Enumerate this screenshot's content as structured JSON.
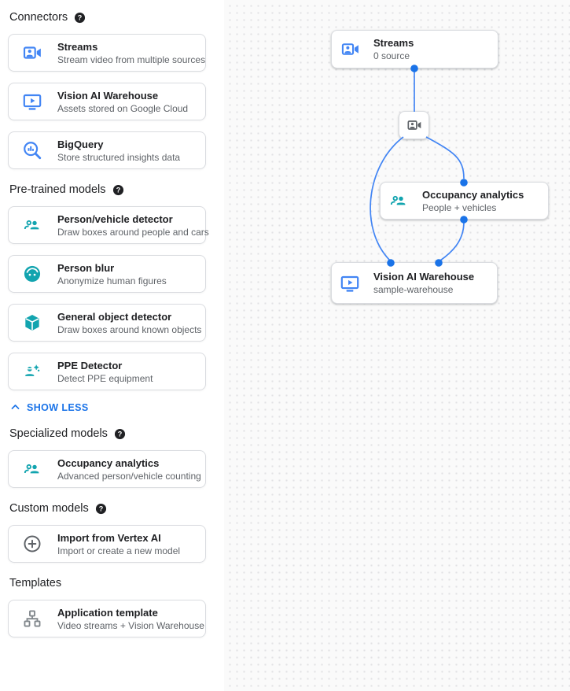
{
  "colors": {
    "accent_blue": "#1a73e8",
    "icon_blue": "#4285f4",
    "icon_teal": "#12a4af",
    "icon_gray": "#5f6368",
    "edge_blue": "#4285f4",
    "dot_blue": "#1a73e8"
  },
  "sidebar": {
    "sections": [
      {
        "title": "Connectors",
        "has_help": true,
        "items": [
          {
            "icon": "video-camera",
            "title": "Streams",
            "subtitle": "Stream video from multiple sources"
          },
          {
            "icon": "monitor-play",
            "title": "Vision AI Warehouse",
            "subtitle": "Assets stored on Google Cloud"
          },
          {
            "icon": "bigquery-search",
            "title": "BigQuery",
            "subtitle": "Store structured insights data"
          }
        ]
      },
      {
        "title": "Pre-trained models",
        "has_help": true,
        "items": [
          {
            "icon": "people",
            "title": "Person/vehicle detector",
            "subtitle": "Draw boxes around people and cars"
          },
          {
            "icon": "face",
            "title": "Person blur",
            "subtitle": "Anonymize human figures"
          },
          {
            "icon": "cube",
            "title": "General object detector",
            "subtitle": "Draw boxes around known objects"
          },
          {
            "icon": "ppe-person",
            "title": "PPE Detector",
            "subtitle": "Detect PPE equipment"
          }
        ],
        "footer_link": "SHOW LESS"
      },
      {
        "title": "Specialized models",
        "has_help": true,
        "items": [
          {
            "icon": "people",
            "title": "Occupancy analytics",
            "subtitle": "Advanced person/vehicle counting"
          }
        ]
      },
      {
        "title": "Custom models",
        "has_help": true,
        "items": [
          {
            "icon": "plus-circle",
            "title": "Import from Vertex AI",
            "subtitle": "Import or create a new model"
          }
        ]
      },
      {
        "title": "Templates",
        "has_help": false,
        "items": [
          {
            "icon": "tree-schema",
            "title": "Application template",
            "subtitle": "Video streams + Vision Warehouse"
          }
        ]
      }
    ]
  },
  "canvas": {
    "nodes": {
      "streams": {
        "title": "Streams",
        "subtitle": "0 source"
      },
      "processor": {
        "icon": "video-camera"
      },
      "occupancy": {
        "title": "Occupancy analytics",
        "subtitle": "People + vehicles"
      },
      "warehouse": {
        "title": "Vision AI Warehouse",
        "subtitle": "sample-warehouse"
      }
    },
    "edges": [
      {
        "from": "streams",
        "to": "processor"
      },
      {
        "from": "processor",
        "to": "occupancy"
      },
      {
        "from": "processor",
        "to": "warehouse"
      },
      {
        "from": "occupancy",
        "to": "warehouse"
      }
    ]
  }
}
